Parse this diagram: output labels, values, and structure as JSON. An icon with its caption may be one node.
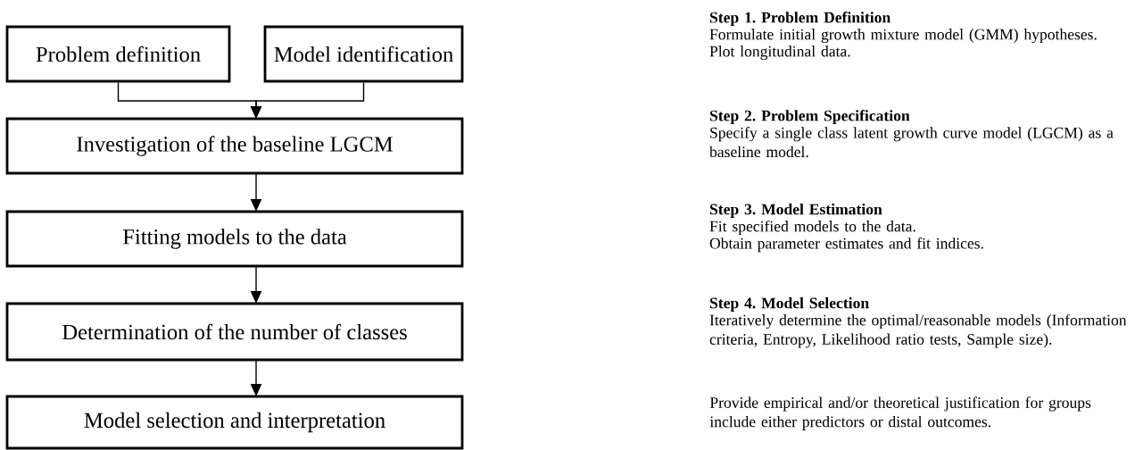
{
  "diagram": {
    "nodes": [
      {
        "text": [
          "Problem definition"
        ],
        "beside": [
          "Step 1. Problem Definition",
          "Formulate initial growth mixture model (GMM) hypotheses.",
          "Plot longitudinal data."
        ]
      },
      {
        "text": [
          "Model identification"
        ]
      },
      {
        "text": [
          "Investigation of the baseline LGCM"
        ],
        "beside": [
          "Step 2. Problem Specification",
          "Specify a single class latent growth curve model (LGCM) as a baseline model."
        ]
      },
      {
        "text": [
          "Fitting models to the data"
        ],
        "beside": [
          "Step 3. Model Estimation",
          "Fit specified models to the data.",
          "Obtain parameter estimates and fit indices."
        ]
      },
      {
        "text": [
          "Determination of the number of classes"
        ],
        "beside": [
          "Step 4. Model Selection",
          "Iteratively determine the optimal/reasonable models (Information criteria, Entropy, Likelihood ratio tests, Sample size)."
        ]
      },
      {
        "text": [
          "Model selection and interpretation"
        ]
      }
    ],
    "labels": [
      "Provide empirical and/or theoretical justification for groups include either predictors or distal outcomes."
    ],
    "edges": [
      {
        "from": 0,
        "to": 2,
        "arrow": "to"
      },
      {
        "from": 1,
        "to": 2,
        "arrow": "to"
      },
      {
        "from": 2,
        "to": 3,
        "arrow": "to"
      },
      {
        "from": 3,
        "to": 4,
        "arrow": "to"
      },
      {
        "from": 4,
        "to": 5,
        "arrow": "to"
      }
    ]
  }
}
